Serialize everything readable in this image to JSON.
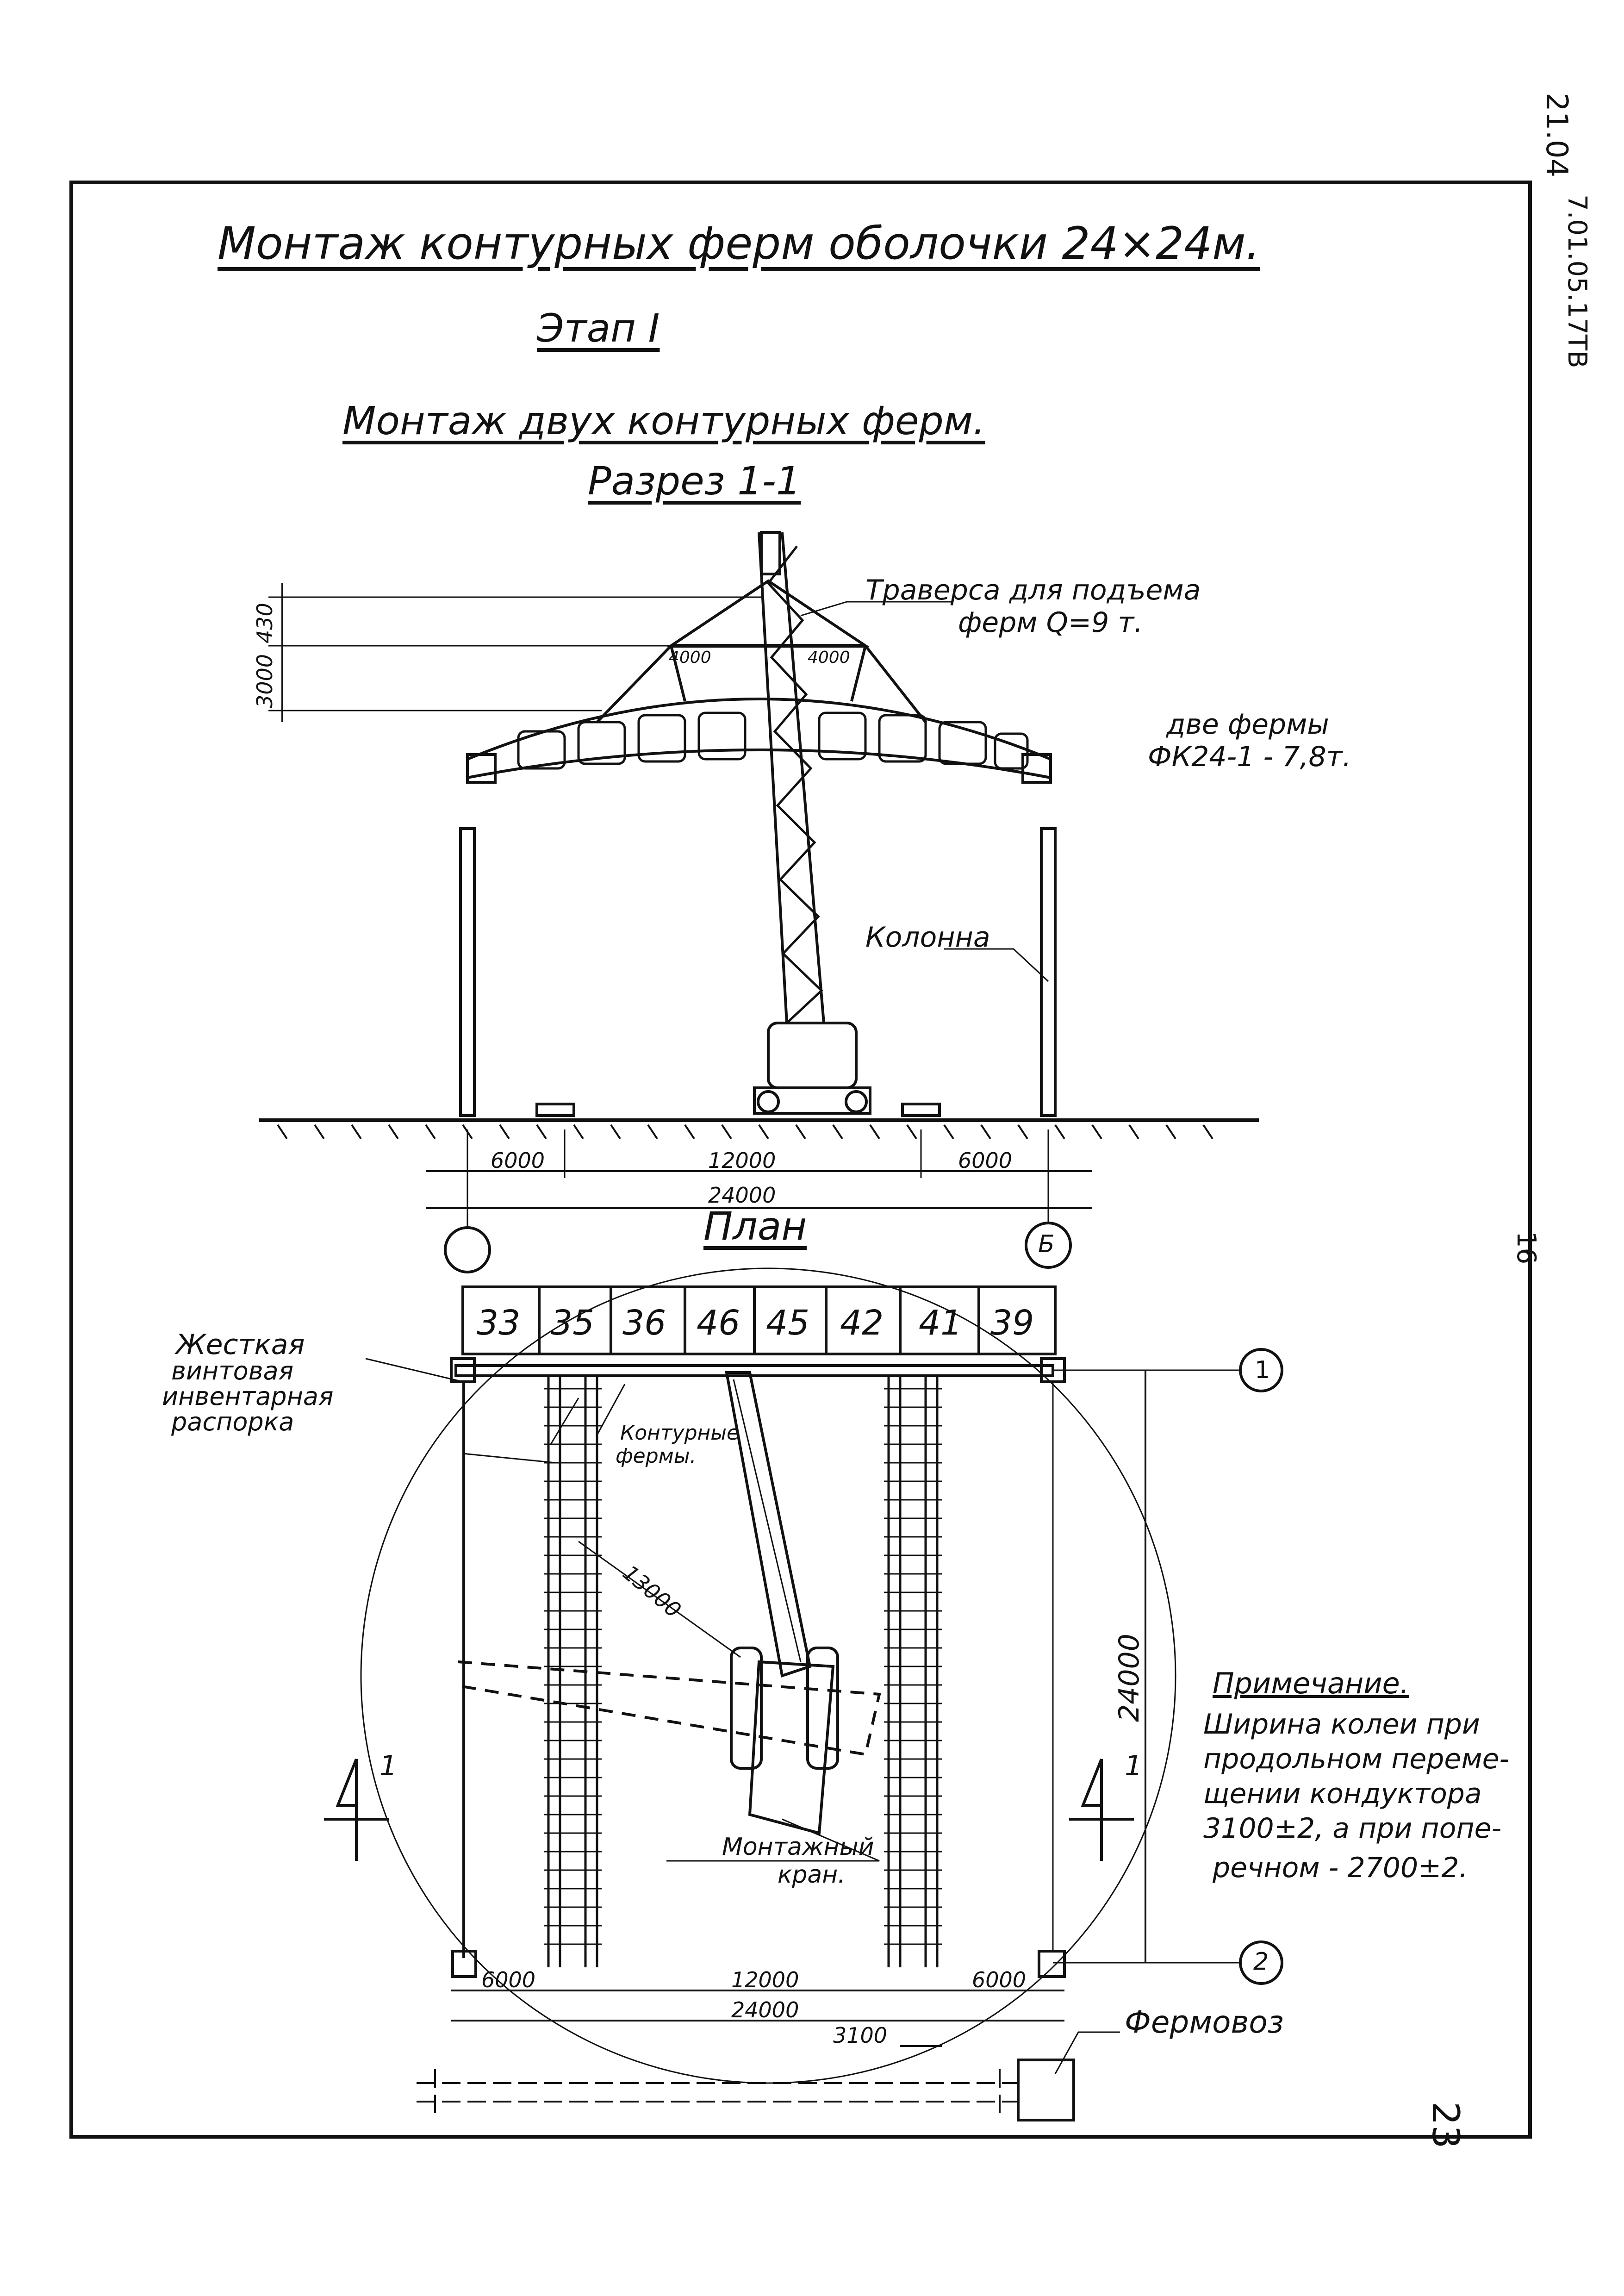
{
  "title": "Монтаж контурных ферм оболочки 24×24м.",
  "stage": "Этап I",
  "subtitle": "Монтаж двух контурных ферм.",
  "section_title": "Разрез 1-1",
  "plan_title": "План",
  "side_code": "21.04",
  "side_code2": "7.01.05.17ТВ",
  "sheet_number": "23",
  "side_number": "16",
  "section": {
    "traverse_label_line1": "Траверса для подъема",
    "traverse_label_line2": "ферм Q=9 т.",
    "truss_label_line1": "две фермы",
    "truss_label_line2": "ФК24-1 - 7,8т.",
    "column_label": "Колонна",
    "dim_430": "430",
    "dim_3000": "3000",
    "dim_4000_left": "4000",
    "dim_4000_right": "4000",
    "dim_6000_left": "6000",
    "dim_12000": "12000",
    "dim_6000_right": "6000",
    "dim_24000": "24000",
    "axis_left": "",
    "axis_right": "Б"
  },
  "plan": {
    "truss_numbers": [
      "33",
      "35",
      "36",
      "46",
      "45",
      "42",
      "41",
      "39"
    ],
    "brace_label_line1": "Жесткая",
    "brace_label_line2": "винтовая",
    "brace_label_line3": "инвентарная",
    "brace_label_line4": "распорка",
    "contour_label_line1": "Контурные",
    "contour_label_line2": "фермы.",
    "radius": "13000",
    "crane_label_line1": "Монтажный",
    "crane_label_line2": "кран.",
    "dim_24000_vert": "24000",
    "dim_6000_left": "6000",
    "dim_12000": "12000",
    "dim_6000_right": "6000",
    "dim_24000": "24000",
    "dim_3100": "3100",
    "axis_top": "1",
    "axis_bottom": "2",
    "section_mark_left": "1",
    "section_mark_right": "1",
    "truss_carrier": "Фермовоз"
  },
  "note": {
    "heading": "Примечание.",
    "line1": "Ширина колеи при",
    "line2": "продольном переме-",
    "line3": "щении кондуктора",
    "line4": "3100±2, а при попе-",
    "line5": "речном - 2700±2."
  }
}
